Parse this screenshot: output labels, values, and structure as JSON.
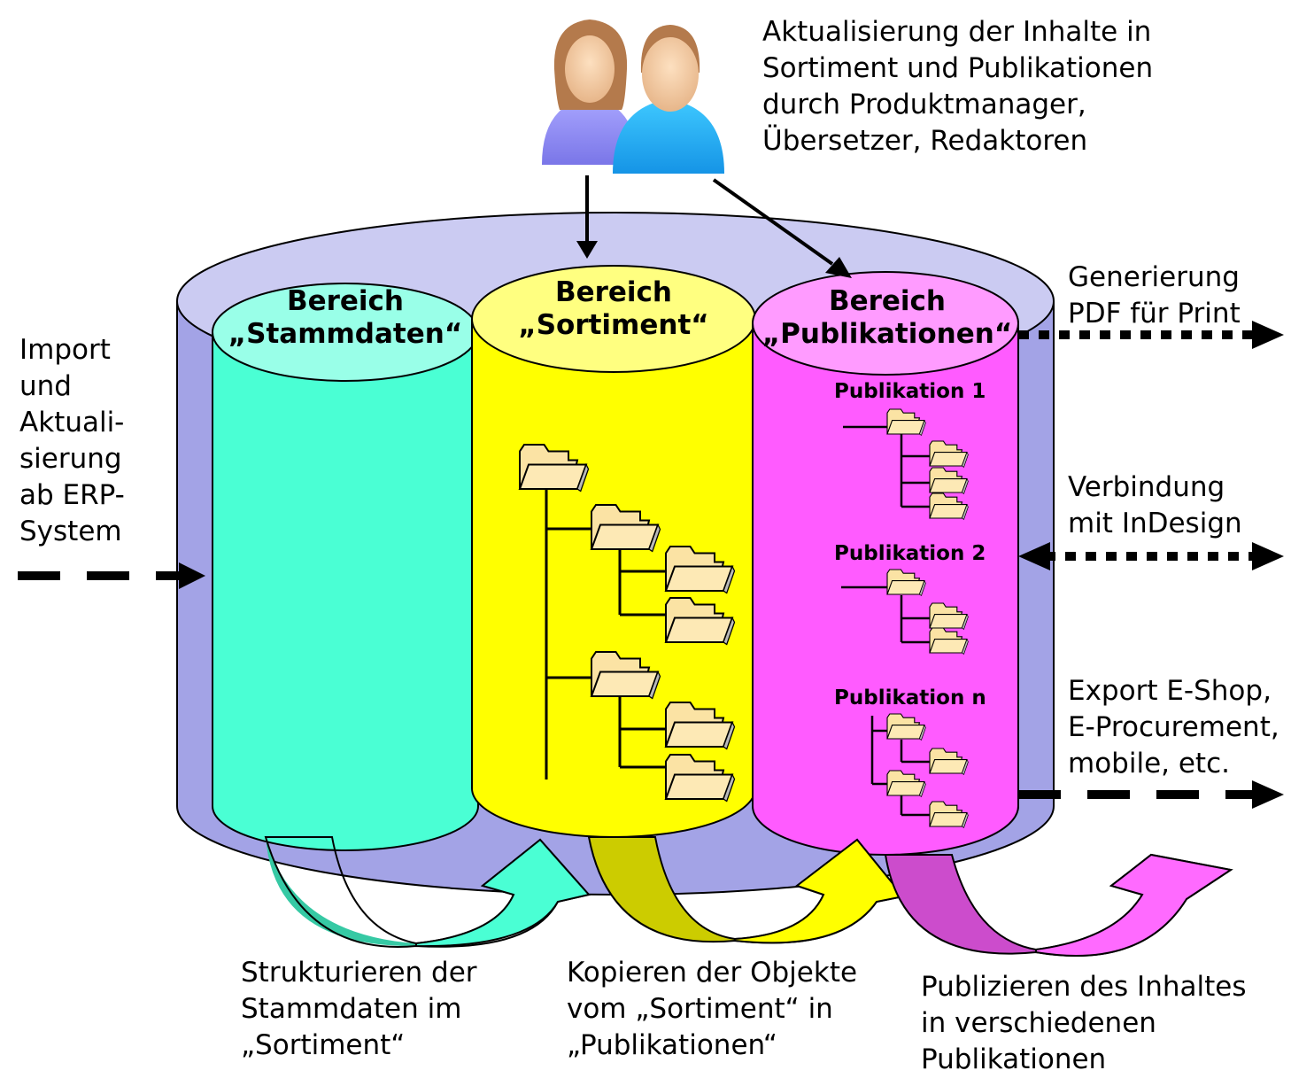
{
  "top_note": "Aktualisierung der Inhalte in\nSortiment und Publikationen\ndurch Produktmanager,\nÜbersetzer, Redaktoren",
  "left_note": "Import\nund\nAktuali-\nsierung\nab ERP-\nSystem",
  "areas": {
    "stammdaten": "Bereich\n„Stammdaten“",
    "sortiment": "Bereich\n„Sortiment“",
    "publikationen": "Bereich\n„Publikationen“"
  },
  "publications": {
    "p1": "Publikation 1",
    "p2": "Publikation 2",
    "pn": "Publikation n"
  },
  "outputs": {
    "pdf": "Generierung\nPDF für Print",
    "indesign": "Verbindung\nmit InDesign",
    "export": "Export E-Shop,\nE-Procurement,\nmobile, etc."
  },
  "steps": {
    "structure": "Strukturieren der\nStammdaten im\n„Sortiment“",
    "copy": "Kopieren der Objekte\nvom „Sortiment“ in\n„Publikationen“",
    "publish": "Publizieren des Inhaltes\nin verschiedenen\nPublikationen"
  },
  "colors": {
    "outer_cylinder": "#a3a3e6",
    "outer_top": "#cbcbf2",
    "stammdaten": "#4affd4",
    "stammdaten_top": "#99ffe8",
    "sortiment": "#ffff00",
    "sortiment_top": "#ffff80",
    "publikationen": "#ff5bff",
    "publikationen_top": "#ff9bff",
    "folder": "#fbe3a4"
  }
}
